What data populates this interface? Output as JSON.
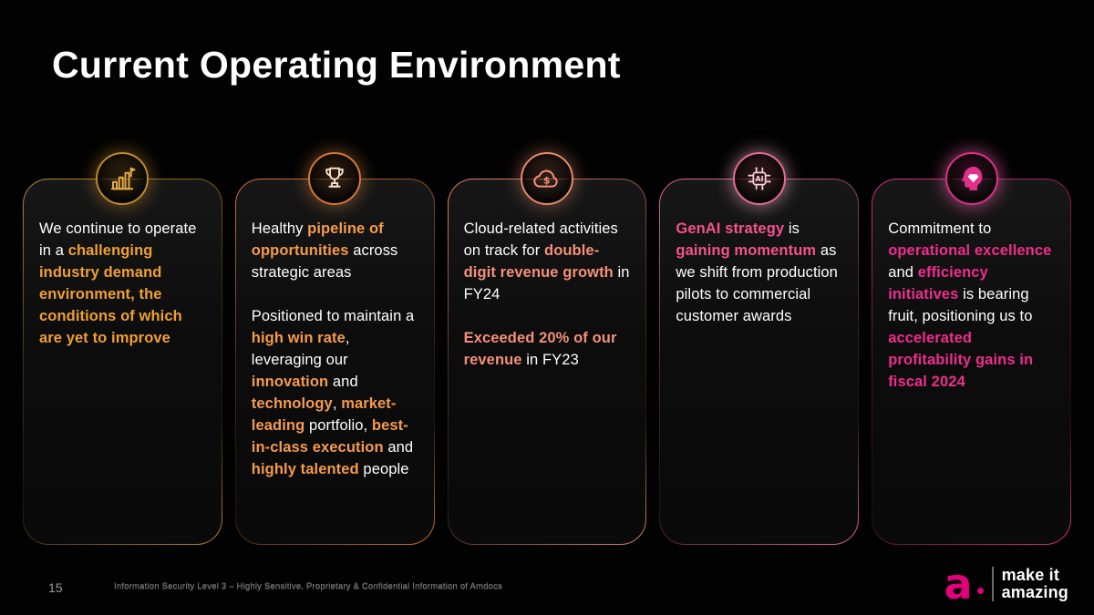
{
  "slide": {
    "title": "Current Operating Environment",
    "page_number": "15",
    "footer_text": "Information Security Level 3 – Highly Sensitive, Proprietary & Confidential Information of Amdocs",
    "brand": {
      "logo_letter": "a",
      "tagline_line1": "make it",
      "tagline_line2": "amazing",
      "brand_color": "#e3007d"
    }
  },
  "cards": [
    {
      "name": "industry-environment-card",
      "icon": "growth-flag-icon",
      "accent": "#c08a2e",
      "highlight": "#f0a030",
      "icon_color": "#e5a93f",
      "glow": "rgba(240,160,48,0.40)",
      "paragraphs": [
        [
          {
            "text": "We continue to operate in a ",
            "bold": false
          },
          {
            "text": "challenging industry demand environment, the conditions of which are yet to improve",
            "bold": true
          }
        ]
      ]
    },
    {
      "name": "pipeline-card",
      "icon": "trophy-icon",
      "accent": "#d4763a",
      "highlight": "#f59b4c",
      "icon_color": "#f0dcc0",
      "glow": "rgba(245,155,76,0.40)",
      "paragraphs": [
        [
          {
            "text": "Healthy ",
            "bold": false
          },
          {
            "text": "pipeline of opportunities",
            "bold": true
          },
          {
            "text": " across strategic areas",
            "bold": false
          }
        ],
        [
          {
            "text": "Positioned to maintain a ",
            "bold": false
          },
          {
            "text": "high win rate",
            "bold": true
          },
          {
            "text": ", leveraging our ",
            "bold": false
          },
          {
            "text": "innovation",
            "bold": true
          },
          {
            "text": " and ",
            "bold": false
          },
          {
            "text": "technology",
            "bold": true
          },
          {
            "text": ", ",
            "bold": false
          },
          {
            "text": "market-leading",
            "bold": true
          },
          {
            "text": " portfolio, ",
            "bold": false
          },
          {
            "text": "best-in-class execution",
            "bold": true
          },
          {
            "text": " and ",
            "bold": false
          },
          {
            "text": "highly talented",
            "bold": true
          },
          {
            "text": " people",
            "bold": false
          }
        ]
      ]
    },
    {
      "name": "cloud-revenue-card",
      "icon": "cloud-dollar-icon",
      "accent": "#e58a6a",
      "highlight": "#f4907a",
      "icon_color": "#f4907a",
      "glow": "rgba(244,144,122,0.40)",
      "paragraphs": [
        [
          {
            "text": "Cloud-related activities on track for ",
            "bold": false
          },
          {
            "text": "double-digit revenue growth",
            "bold": true
          },
          {
            "text": " in FY24",
            "bold": false
          }
        ],
        [
          {
            "text": "Exceeded 20% of our revenue",
            "bold": true
          },
          {
            "text": " in FY23",
            "bold": false
          }
        ]
      ]
    },
    {
      "name": "genai-card",
      "icon": "ai-chip-icon",
      "accent": "#e86a95",
      "highlight": "#f4538c",
      "icon_color": "#f8cdd9",
      "glow": "rgba(248,180,205,0.55)",
      "paragraphs": [
        [
          {
            "text": "GenAI strategy",
            "bold": true
          },
          {
            "text": " is ",
            "bold": false
          },
          {
            "text": "gaining momentum",
            "bold": true
          },
          {
            "text": " as we shift from production pilots to commercial customer awards",
            "bold": false
          }
        ]
      ]
    },
    {
      "name": "profitability-card",
      "icon": "mind-diamond-icon",
      "accent": "#e0308a",
      "highlight": "#ee2d8d",
      "icon_color": "#e0308a",
      "glow": "rgba(238,95,170,0.60)",
      "paragraphs": [
        [
          {
            "text": "Commitment to ",
            "bold": false
          },
          {
            "text": "operational excellence",
            "bold": true
          },
          {
            "text": " and ",
            "bold": false
          },
          {
            "text": "efficiency initiatives",
            "bold": true
          },
          {
            "text": " is bearing fruit, positioning us to ",
            "bold": false
          },
          {
            "text": "accelerated profitability gains in fiscal 2024",
            "bold": true
          }
        ]
      ]
    }
  ]
}
